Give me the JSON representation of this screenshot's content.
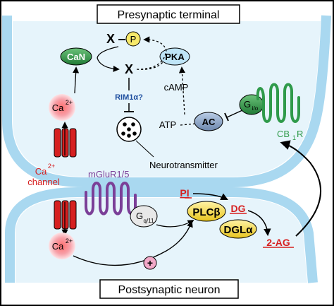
{
  "titles": {
    "pre": "Presynaptic terminal",
    "post": "Postsynaptic neuron"
  },
  "molecules": {
    "can": "CaN",
    "p": "P",
    "x1": "X",
    "x2": "X",
    "pka": "PKA",
    "rim": "RIM1α?",
    "camp": "cAMP",
    "atp": "ATP",
    "ac": "AC",
    "gio_main": "G",
    "gio_sub": "i/o",
    "cb1r_main": "CB",
    "cb1r_sub": "1",
    "cb1r_tail": "R",
    "ca_pre_main": "Ca",
    "ca_pre_sup": "2+",
    "ca_chan_main": "Ca",
    "ca_chan_sup": "2+",
    "ca_chan_word": "channel",
    "mglur": "mGluR1/5",
    "gq_main": "G",
    "gq_sub": "q/11",
    "pi": "PI",
    "plcb": "PLCβ",
    "dg": "DG",
    "dgla": "DGLα",
    "two_ag": "2-AG",
    "ca_post_main": "Ca",
    "ca_post_sup": "2+",
    "plus": "+",
    "neurotransmitter": "Neurotransmitter"
  },
  "colors": {
    "membrane": "#a9d8f0",
    "cytoplasm": "#e6f4fb",
    "green": "#2f9a4a",
    "red": "#d62020",
    "purple": "#7b3f98",
    "yellow": "#f7e05a",
    "pka_fill": "#bfe5f7",
    "ac_fill": "#8da8cc",
    "rim_blue": "#1f4fa0",
    "plus_fill": "#f2a8c8"
  }
}
